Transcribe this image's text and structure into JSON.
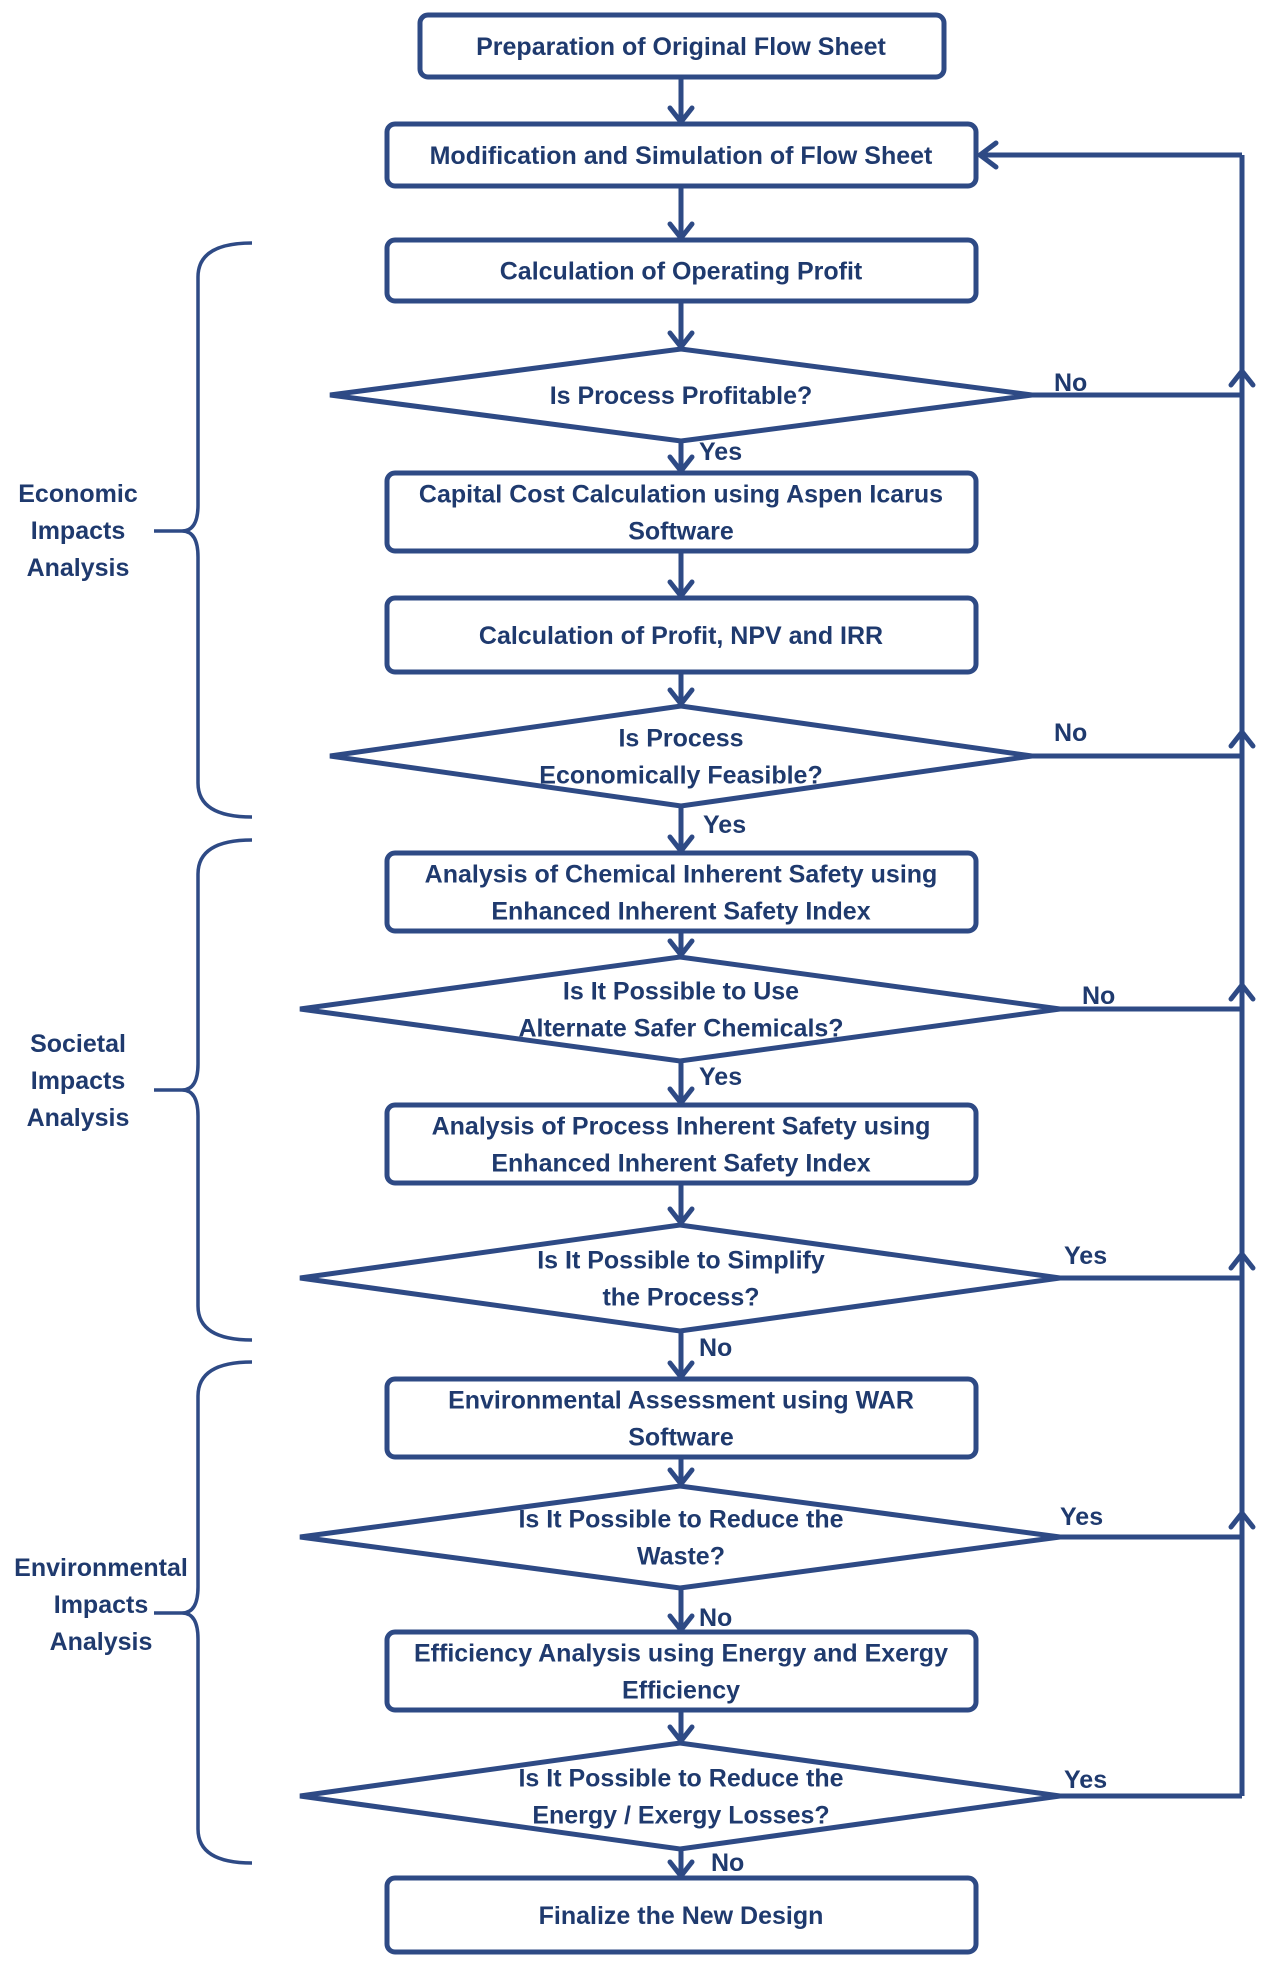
{
  "nodes": {
    "prep": {
      "lines": [
        "Preparation of Original Flow Sheet"
      ]
    },
    "modify": {
      "lines": [
        "Modification and Simulation of Flow Sheet"
      ]
    },
    "operating_profit": {
      "lines": [
        "Calculation of Operating Profit"
      ]
    },
    "profitable": {
      "lines": [
        "Is Process Profitable?"
      ]
    },
    "capital_cost": {
      "lines": [
        "Capital Cost Calculation using Aspen Icarus",
        "Software"
      ]
    },
    "profit_npv": {
      "lines": [
        "Calculation of Profit, NPV and IRR"
      ]
    },
    "feasible": {
      "lines": [
        "Is Process",
        "Economically Feasible?"
      ]
    },
    "chem_safety": {
      "lines": [
        "Analysis of Chemical Inherent Safety using",
        "Enhanced Inherent Safety Index"
      ]
    },
    "safer_chem": {
      "lines": [
        "Is It Possible to Use",
        "Alternate Safer Chemicals?"
      ]
    },
    "process_safety": {
      "lines": [
        "Analysis of Process Inherent Safety using",
        "Enhanced Inherent Safety Index"
      ]
    },
    "simplify": {
      "lines": [
        "Is It Possible to Simplify",
        "the Process?"
      ]
    },
    "env_assess": {
      "lines": [
        "Environmental Assessment using WAR",
        "Software"
      ]
    },
    "reduce_waste": {
      "lines": [
        "Is It Possible to Reduce the",
        "Waste?"
      ]
    },
    "efficiency": {
      "lines": [
        "Efficiency Analysis using Energy and Exergy",
        "Efficiency"
      ]
    },
    "reduce_losses": {
      "lines": [
        "Is It Possible to Reduce the",
        "Energy / Exergy Losses?"
      ]
    },
    "finalize": {
      "lines": [
        "Finalize the New Design"
      ]
    }
  },
  "edge_labels": {
    "profitable_yes": "Yes",
    "profitable_no": "No",
    "feasible_yes": "Yes",
    "feasible_no": "No",
    "safer_chem_yes": "Yes",
    "safer_chem_no": "No",
    "simplify_yes": "Yes",
    "simplify_no": "No",
    "reduce_waste_yes": "Yes",
    "reduce_waste_no": "No",
    "reduce_losses_yes": "Yes",
    "reduce_losses_no": "No"
  },
  "groups": {
    "economic": {
      "lines": [
        "Economic",
        "Impacts",
        "Analysis"
      ]
    },
    "societal": {
      "lines": [
        "Societal",
        "Impacts",
        "Analysis"
      ]
    },
    "environmental": {
      "lines": [
        "Environmental",
        "Impacts",
        "Analysis"
      ]
    }
  },
  "colors": {
    "stroke": "#2e4a85",
    "text": "#1f3a6e",
    "background": "#ffffff"
  }
}
